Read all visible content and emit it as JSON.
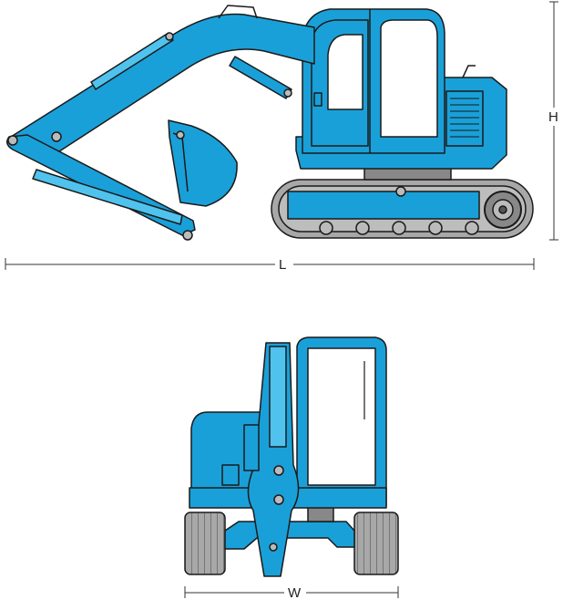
{
  "dimensions": {
    "height_label": "H",
    "length_label": "L",
    "width_label": "W"
  },
  "colors": {
    "body": "#1aa0d8",
    "body_light": "#4fc3ee",
    "track": "#a8a8a8",
    "outline": "#1a1a1a",
    "window": "#ffffff"
  },
  "icons": [
    "excavator-side-view",
    "excavator-front-view"
  ]
}
